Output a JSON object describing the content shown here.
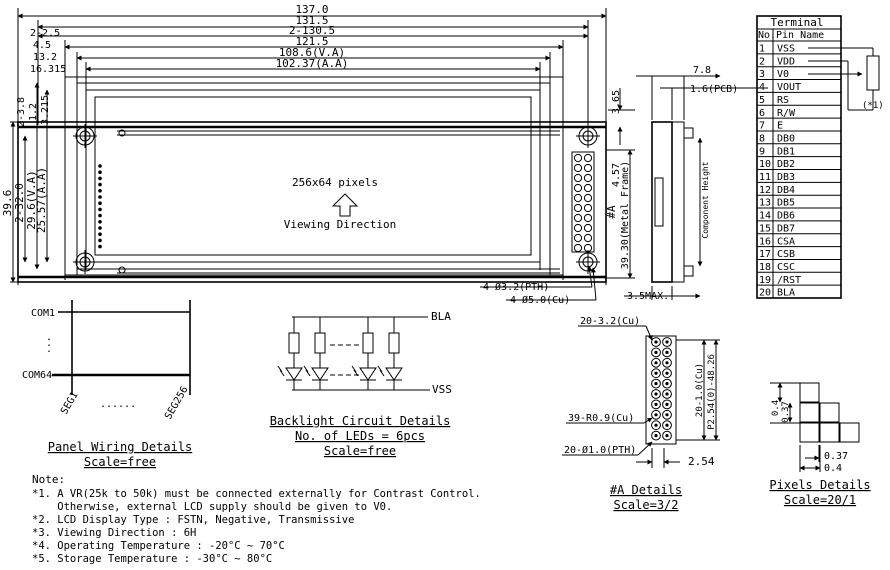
{
  "top_dimensions": {
    "d137": "137.0",
    "d131": "131.5",
    "d2_2_5": "2-2.5",
    "d2_130": "2-130.5",
    "d4_5": "4.5",
    "d121": "121.5",
    "d13_2": "13.2",
    "d108": "108.6(V.A)",
    "d16_315": "16.315",
    "d102": "102.37(A.A)"
  },
  "left_dimensions": {
    "d2_3_8": "2-3.8",
    "d1_2": "1.2",
    "d3_215": "3.215",
    "d39_6": "39.6",
    "d2_32": "2-32.0",
    "d29_6": "29.6(V.A)",
    "d25_57": "25.57(A.A)"
  },
  "right_dimensions": {
    "d3_65": "3.65",
    "d4_57": "4.57",
    "metal": "39.30(Metal Frame)",
    "a_marker": "#A",
    "d4_3_2": "4-Ø3.2(PTH)",
    "d4_5_0": "4-Ø5.0(Cu)"
  },
  "lcd": {
    "pixels": "256x64 pixels",
    "viewing": "Viewing Direction"
  },
  "side_view": {
    "d7_8": "7.8",
    "d1_6": "1.6(PCB)",
    "component": "Component Height",
    "d3_5": "3.5MAX."
  },
  "terminal": {
    "header": "Terminal",
    "col_no": "No.",
    "col_pin": "Pin Name",
    "rows": [
      {
        "no": "1",
        "pin": "VSS"
      },
      {
        "no": "2",
        "pin": "VDD"
      },
      {
        "no": "3",
        "pin": "V0"
      },
      {
        "no": "4",
        "pin": "VOUT"
      },
      {
        "no": "5",
        "pin": "RS"
      },
      {
        "no": "6",
        "pin": "R/W"
      },
      {
        "no": "7",
        "pin": "E"
      },
      {
        "no": "8",
        "pin": "DB0"
      },
      {
        "no": "9",
        "pin": "DB1"
      },
      {
        "no": "10",
        "pin": "DB2"
      },
      {
        "no": "11",
        "pin": "DB3"
      },
      {
        "no": "12",
        "pin": "DB4"
      },
      {
        "no": "13",
        "pin": "DB5"
      },
      {
        "no": "14",
        "pin": "DB6"
      },
      {
        "no": "15",
        "pin": "DB7"
      },
      {
        "no": "16",
        "pin": "CSA"
      },
      {
        "no": "17",
        "pin": "CSB"
      },
      {
        "no": "18",
        "pin": "CSC"
      },
      {
        "no": "19",
        "pin": "/RST"
      },
      {
        "no": "20",
        "pin": "BLA"
      }
    ],
    "pot": "(*1)"
  },
  "panel_wiring": {
    "com1": "COM1",
    "com64": "COM64",
    "seg1": "SEG1",
    "seg256": "SEG256",
    "dots": "......",
    "title": "Panel Wiring Details",
    "scale": "Scale=free"
  },
  "backlight": {
    "bla": "BLA",
    "vss": "VSS",
    "title": "Backlight Circuit Details",
    "leds": "No. of LEDs = 6pcs",
    "scale": "Scale=free"
  },
  "a_details": {
    "d20_3_2": "20-3.2(Cu)",
    "d20_1_0": "20-1.0(Cu)",
    "d2_54": "P2.54(0)-48.26",
    "d39_r": "39-R0.9(Cu)",
    "d20_1pth": "20-Ø1.0(PTH)",
    "d254": "2.54",
    "title": "#A Details",
    "scale": "Scale=3/2"
  },
  "pixels_details": {
    "d0_4": "0.4",
    "d0_37": "0.37",
    "d0_37b": "0.37",
    "d0_4b": "0.4",
    "title": "Pixels Details",
    "scale": "Scale=20/1"
  },
  "notes": {
    "heading": "Note:",
    "lines": [
      "*1. A VR(25k to 50k) must be connected externally for Contrast Control.",
      "    Otherwise, external LCD supply should be given to V0.",
      "*2. LCD Display Type : FSTN, Negative, Transmissive",
      "*3. Viewing Direction : 6H",
      "*4. Operating Temperature : -20°C ~ 70°C",
      "*5. Storage Temperature : -30°C ~ 80°C"
    ]
  }
}
